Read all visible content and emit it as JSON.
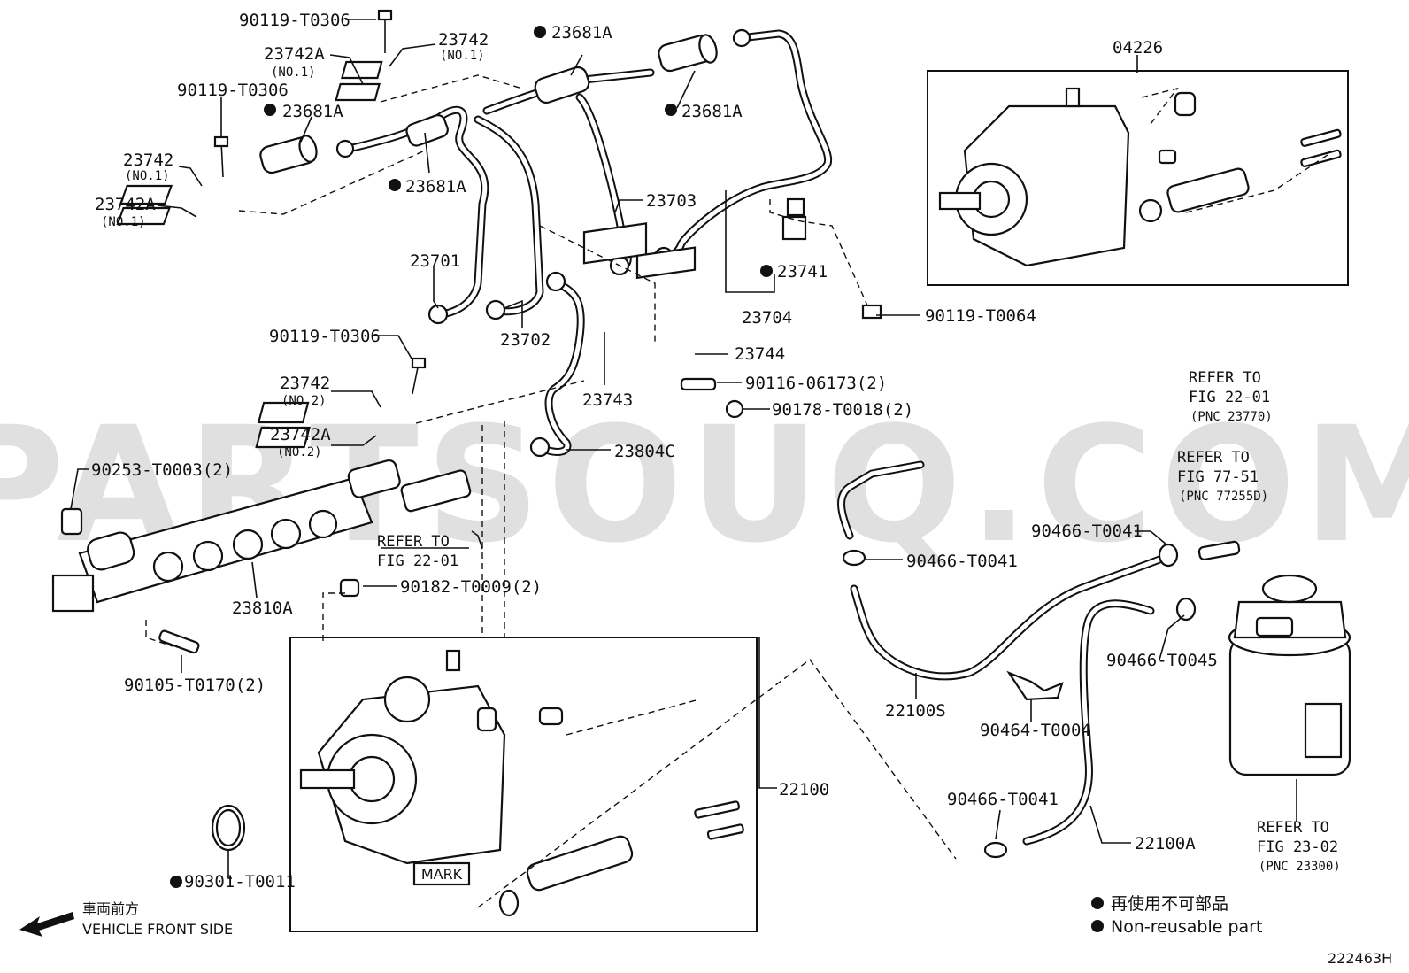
{
  "watermark": "PARTSOUQ.COM",
  "diagram_id": "222463H",
  "direction": {
    "jp": "車両前方",
    "en": "VEHICLE FRONT SIDE"
  },
  "legend": {
    "jp": "再使用不可部品",
    "en": "Non-reusable part"
  },
  "mark_label": "MARK",
  "parts": {
    "p90119_a": "90119-T0306",
    "p23742_a": "23742",
    "p23742_a_sub": "(NO.1)",
    "p23742A_a": "23742A",
    "p23742A_a_sub": "(NO.1)",
    "p90119_b": "90119-T0306",
    "p23681A_a": "23681A",
    "p23742_b": "23742",
    "p23742_b_sub": "(NO.1)",
    "p23742A_b": "23742A",
    "p23742A_b_sub": "(NO.1)",
    "p23681A_b": "23681A",
    "p23681A_c": "23681A",
    "p23681A_d": "23681A",
    "p04226": "04226",
    "p23703": "23703",
    "p23701": "23701",
    "p23702": "23702",
    "p23741": "23741",
    "p23704": "23704",
    "p90119_c": "90119-T0064",
    "p23744": "23744",
    "p23743": "23743",
    "p90119_d": "90119-T0306",
    "p90116": "90116-06173(2)",
    "p90178": "90178-T0018(2)",
    "p23742_c": "23742",
    "p23742_c_sub": "(NO.2)",
    "p23742A_c": "23742A",
    "p23742A_c_sub": "(NO.2)",
    "p23804C": "23804C",
    "p90253": "90253-T0003(2)",
    "p23810A": "23810A",
    "p90182": "90182-T0009(2)",
    "p90105": "90105-T0170(2)",
    "p22100": "22100",
    "p90301": "90301-T0011",
    "p90466_a": "90466-T0041",
    "p90466_b": "90466-T0041",
    "p90466_c": "90466-T0045",
    "p22100S": "22100S",
    "p90464": "90464-T0004",
    "p90466_d": "90466-T0041",
    "p22100A": "22100A"
  },
  "refers": {
    "r1": {
      "l1": "REFER TO",
      "l2": "FIG 22-01",
      "l3": "(PNC 23770)"
    },
    "r2": {
      "l1": "REFER TO",
      "l2": "FIG 77-51",
      "l3": "(PNC 77255D)"
    },
    "r3": {
      "l1": "REFER TO",
      "l2": "FIG 22-01"
    },
    "r4": {
      "l1": "REFER TO",
      "l2": "FIG 23-02",
      "l3": "(PNC 23300)"
    }
  }
}
